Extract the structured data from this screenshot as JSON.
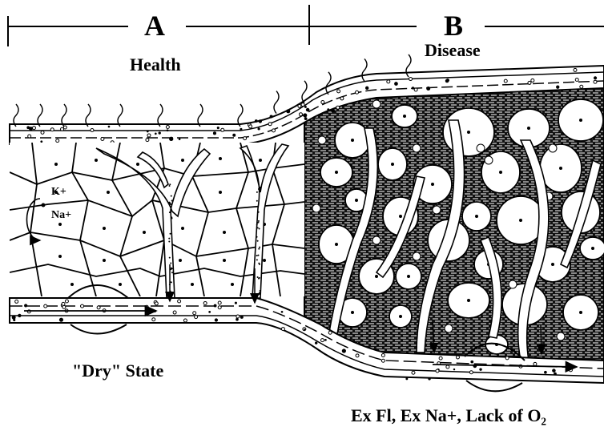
{
  "sections": [
    {
      "letter": "A",
      "caption": "Health"
    },
    {
      "letter": "B",
      "caption": "Disease"
    }
  ],
  "ions": {
    "potassium": "K+",
    "sodium": "Na+"
  },
  "health_state_label": "\"Dry\" State",
  "disease_state_label": "Ex Fl, Ex Na+, Lack of O₂"
}
